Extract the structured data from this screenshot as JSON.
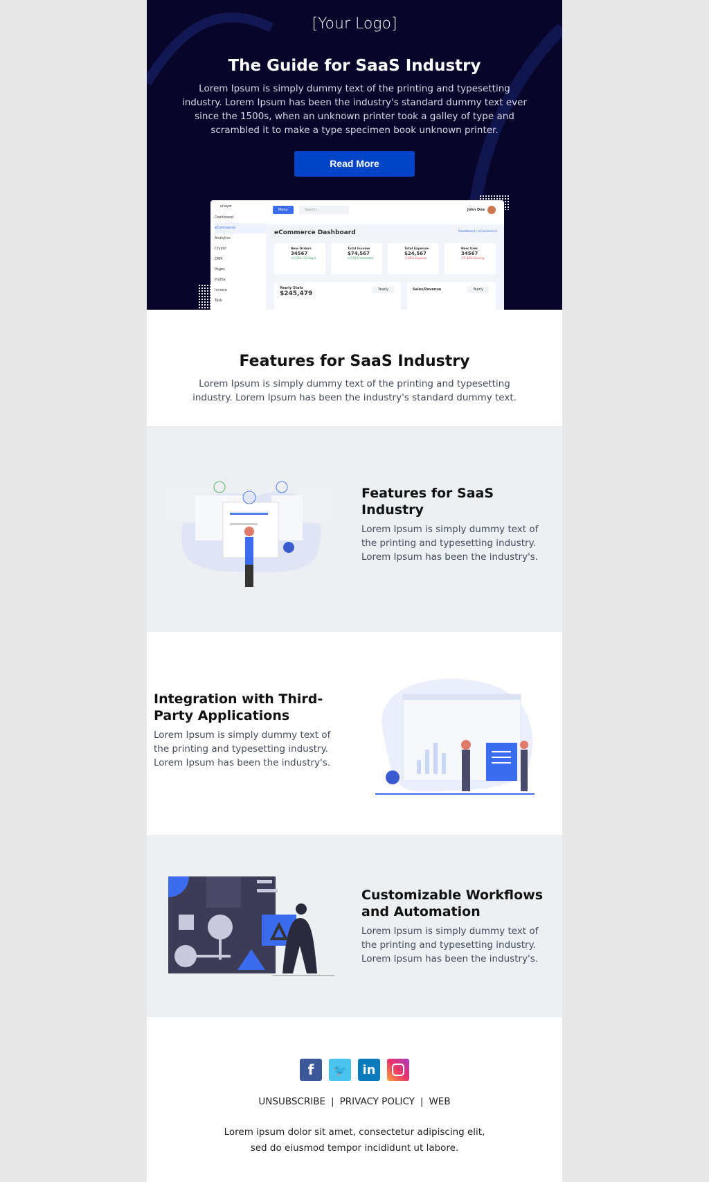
{
  "header": {
    "logo": "[Your Logo]",
    "title": "The Guide for SaaS Industry",
    "text": "Lorem Ipsum is simply dummy text of the printing and typesetting industry. Lorem Ipsum has been the industry's standard dummy text ever since the 1500s, when an unknown printer took a galley of type and scrambled it to make a type specimen book unknown printer.",
    "button": "Read More"
  },
  "dashboard": {
    "brand": "uilayer",
    "menu": "Menu",
    "search": "Search...",
    "user": "John Doe",
    "title": "eCommerce Dashboard",
    "breadcrumb": "Dashboard / eCommerce",
    "nav": [
      "Dashboard",
      "eCommerce",
      "Analytics",
      "Crypto",
      "CRM",
      "Pages",
      "Profile",
      "Invoice",
      "Task"
    ],
    "cards": [
      {
        "label": "New Orders",
        "value": "34567",
        "delta": "+2.00% (30 days)"
      },
      {
        "label": "Total Income",
        "value": "$74,567",
        "delta": "+5.45% Increased"
      },
      {
        "label": "Total Expense",
        "value": "$24,567",
        "delta": "-2.00% Expense"
      },
      {
        "label": "New User",
        "value": "34567",
        "delta": "-15.00% Earning"
      }
    ],
    "yearly": {
      "label": "Yearly Stats",
      "value": "$245,479",
      "select": "Yearly"
    },
    "sales": {
      "label": "Sales/Revenue",
      "select": "Yearly"
    }
  },
  "intro": {
    "title": "Features for SaaS Industry",
    "text": "Lorem Ipsum is simply dummy text of the printing and typesetting industry. Lorem Ipsum has been the industry's standard dummy text."
  },
  "features": [
    {
      "title": "Features for SaaS Industry",
      "text": "Lorem Ipsum is simply dummy text of the printing and typesetting industry. Lorem Ipsum has been the industry's."
    },
    {
      "title": "Integration with Third-Party Applications",
      "text": "Lorem Ipsum is simply dummy text of the printing and typesetting industry. Lorem Ipsum has been the industry's."
    },
    {
      "title": "Customizable Workflows and Automation",
      "text": "Lorem Ipsum is simply dummy text of the printing and typesetting industry. Lorem Ipsum has been the industry's."
    }
  ],
  "footer": {
    "social": [
      "facebook-icon",
      "twitter-icon",
      "linkedin-icon",
      "instagram-icon"
    ],
    "links": [
      "UNSUBSCRIBE",
      "PRIVACY POLICY",
      "WEB"
    ],
    "text": "Lorem ipsum dolor sit amet, consectetur adipiscing elit, sed do eiusmod tempor incididunt ut labore."
  },
  "colors": {
    "hero_bg": "#07052a",
    "button": "#0045c8",
    "section_gray": "#edf0f2"
  }
}
